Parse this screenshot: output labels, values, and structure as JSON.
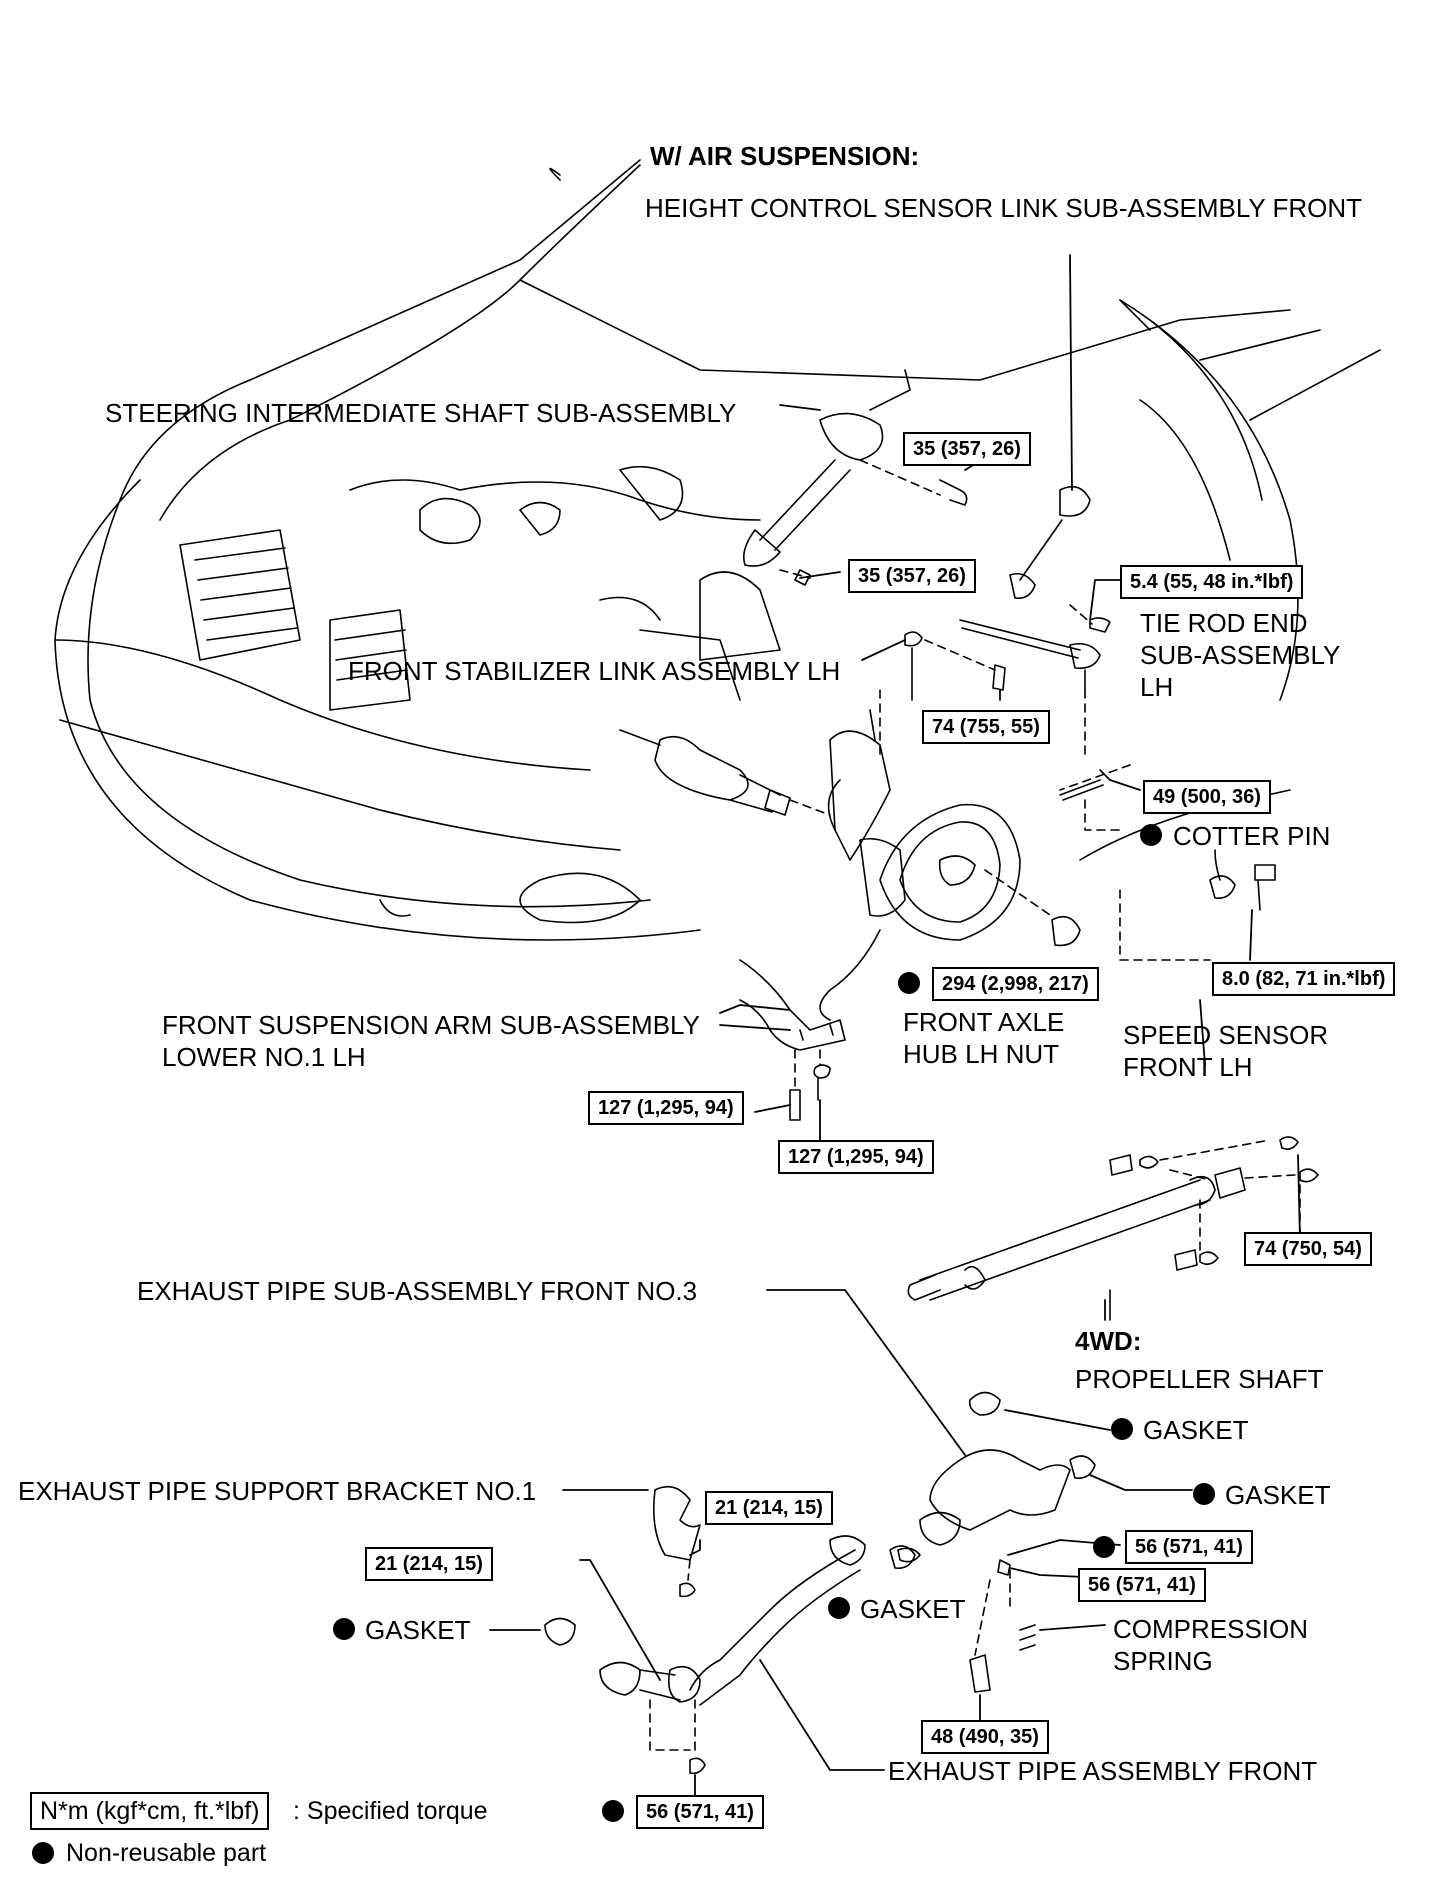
{
  "headers": {
    "air_suspension": "W/ AIR SUSPENSION:",
    "four_wd": "4WD:"
  },
  "labels": {
    "height_control": "HEIGHT CONTROL SENSOR LINK SUB-ASSEMBLY FRONT",
    "steering_shaft": "STEERING INTERMEDIATE SHAFT SUB-ASSEMBLY",
    "tie_rod": "TIE ROD END\nSUB-ASSEMBLY\nLH",
    "stabilizer_link": "FRONT STABILIZER LINK ASSEMBLY LH",
    "cotter_pin": "COTTER PIN",
    "front_arm": "FRONT SUSPENSION ARM SUB-ASSEMBLY\nLOWER NO.1 LH",
    "axle_nut": "FRONT AXLE\nHUB LH NUT",
    "speed_sensor": "SPEED SENSOR\nFRONT LH",
    "exhaust_front3": "EXHAUST PIPE SUB-ASSEMBLY FRONT NO.3",
    "propeller": "PROPELLER SHAFT",
    "gasket_1": "GASKET",
    "gasket_2": "GASKET",
    "support_bracket": "EXHAUST PIPE SUPPORT BRACKET NO.1",
    "gasket_3": "GASKET",
    "gasket_4": "GASKET",
    "compression_spring": "COMPRESSION\nSPRING",
    "exhaust_front": "EXHAUST PIPE ASSEMBLY FRONT"
  },
  "torques": {
    "t1": "35 (357, 26)",
    "t2": "35 (357, 26)",
    "t3": "5.4 (55, 48 in.*lbf)",
    "t4": "74 (755, 55)",
    "t5": "49 (500, 36)",
    "t6": "8.0 (82, 71 in.*lbf)",
    "t7": "294 (2,998, 217)",
    "t8": "127 (1,295, 94)",
    "t9": "127 (1,295, 94)",
    "t10": "74 (750, 54)",
    "t11": "21 (214, 15)",
    "t12": "21 (214, 15)",
    "t13": "56 (571, 41)",
    "t14": "56 (571, 41)",
    "t15": "48 (490, 35)",
    "t16": "56 (571, 41)"
  },
  "legend": {
    "torque_unit": "N*m (kgf*cm, ft.*lbf)",
    "torque_text": ": Specified torque",
    "nonreusable_text": "Non-reusable part"
  },
  "colors": {
    "ink": "#000000",
    "paper": "#ffffff"
  }
}
